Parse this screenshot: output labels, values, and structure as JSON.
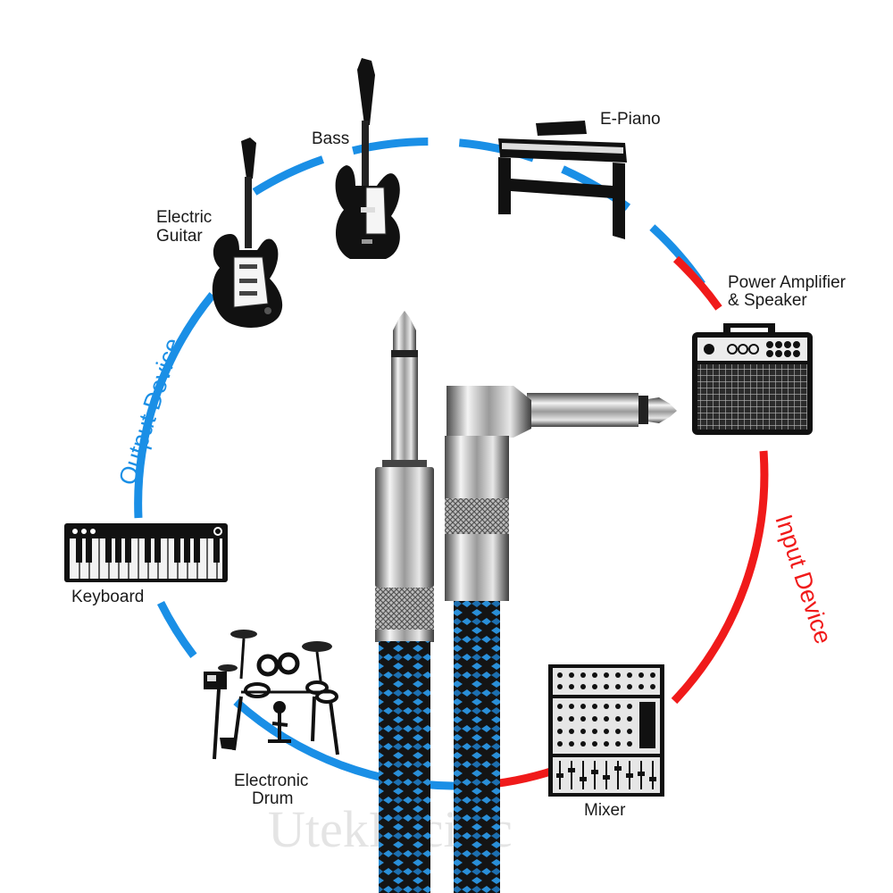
{
  "devices": {
    "bass": "Bass",
    "e_piano": "E-Piano",
    "electric_guitar": [
      "Electric",
      "Guitar"
    ],
    "power_amp": [
      "Power Amplifier",
      "& Speaker"
    ],
    "keyboard": "Keyboard",
    "electronic_drum": [
      "Electronic",
      "Drum"
    ],
    "mixer": "Mixer"
  },
  "categories": {
    "output": "Output Device",
    "input": "Input Device"
  },
  "watermark": "UtekPacific",
  "colors": {
    "output": "#1a8fe6",
    "input": "#f01a1a",
    "cable_blue": "#2a8fd8",
    "cable_black": "#141414",
    "chrome": "#c8c8c8"
  },
  "icons": [
    "bass-guitar-icon",
    "electric-guitar-icon",
    "e-piano-icon",
    "amplifier-icon",
    "keyboard-icon",
    "electronic-drum-icon",
    "mixer-icon",
    "cable-plugs-icon"
  ]
}
